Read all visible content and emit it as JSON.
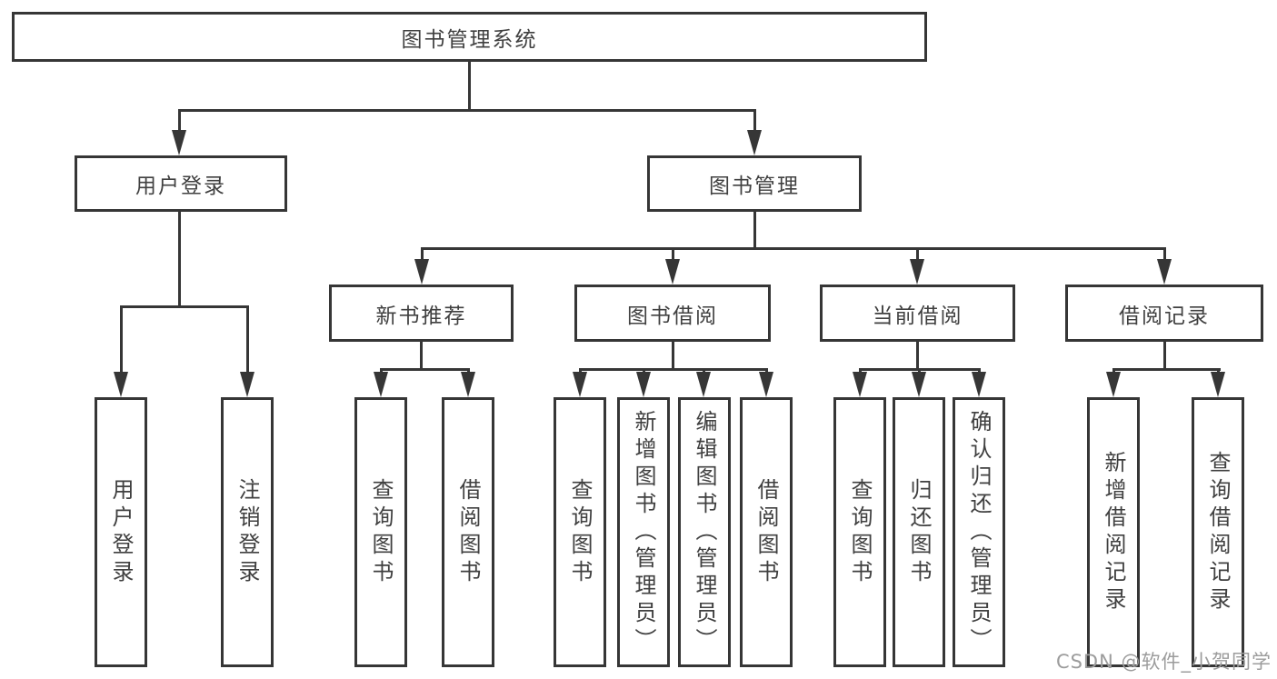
{
  "diagram": {
    "root": {
      "label": "图书管理系统"
    },
    "level2": [
      {
        "label": "用户登录"
      },
      {
        "label": "图书管理"
      }
    ],
    "level3": [
      {
        "label": "新书推荐"
      },
      {
        "label": "图书借阅"
      },
      {
        "label": "当前借阅"
      },
      {
        "label": "借阅记录"
      }
    ],
    "leaves": {
      "user_login": [
        {
          "label": "用户登录"
        },
        {
          "label": "注销登录"
        }
      ],
      "new_book": [
        {
          "label": "查询图书"
        },
        {
          "label": "借阅图书"
        }
      ],
      "book_borrow": [
        {
          "label": "查询图书"
        },
        {
          "label": "新增图书（管理员）"
        },
        {
          "label": "编辑图书（管理员）"
        },
        {
          "label": "借阅图书"
        }
      ],
      "current_borrow": [
        {
          "label": "查询图书"
        },
        {
          "label": "归还图书"
        },
        {
          "label": "确认归还（管理员）"
        }
      ],
      "borrow_record": [
        {
          "label": "新增借阅记录"
        },
        {
          "label": "查询借阅记录"
        }
      ]
    },
    "colors": {
      "line": "#363636",
      "text": "#404040",
      "watermark_text": "#9c9c9c",
      "background": "#ffffff"
    },
    "watermark": "CSDN @软件_小贺同学"
  }
}
